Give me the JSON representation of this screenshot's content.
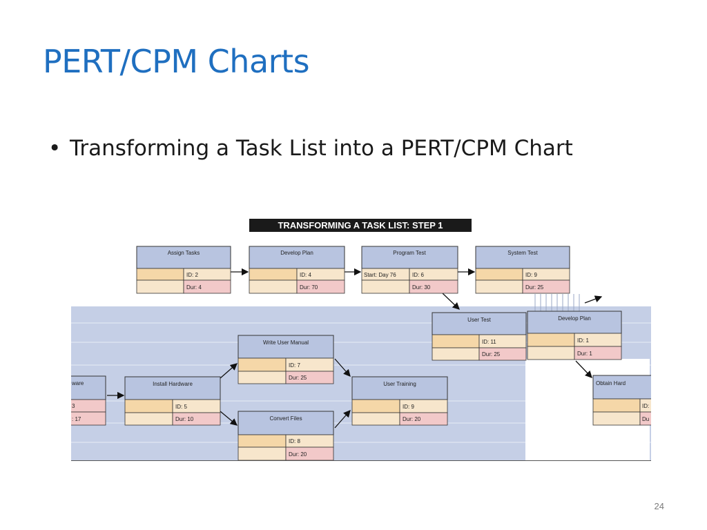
{
  "slide": {
    "title": "PERT/CPM Charts",
    "bullet_text": "Transforming a Task List into a PERT/CPM Chart",
    "bullet_symbol": "•",
    "page_number": "24"
  },
  "figure": {
    "banner": "TRANSFORMING A TASK LIST: STEP 1",
    "nodes": [
      {
        "key": "assign",
        "title": "Assign Tasks",
        "left_bottom": "",
        "right_top": "ID: 2",
        "right_bottom": "Dur: 4"
      },
      {
        "key": "develop",
        "title": "Develop Plan",
        "left_bottom": "",
        "right_top": "ID: 4",
        "right_bottom": "Dur: 70"
      },
      {
        "key": "program",
        "title": "Program Test",
        "left_top": "Start: Day 76",
        "right_top": "ID: 6",
        "right_bottom": "Dur: 30"
      },
      {
        "key": "system",
        "title": "System Test",
        "right_top": "ID: 9",
        "right_bottom": "Dur: 25"
      },
      {
        "key": "usertest",
        "title": "User Test",
        "right_top": "ID: 11",
        "right_bottom": "Dur: 25"
      },
      {
        "key": "develop2",
        "title": "Develop Plan",
        "right_top": "ID: 1",
        "right_bottom": "Dur: 1"
      },
      {
        "key": "manual",
        "title": "Write User Manual",
        "right_top": "ID: 7",
        "right_bottom": "Dur: 25"
      },
      {
        "key": "hwcut",
        "title": "ware",
        "right_top": "3",
        "right_bottom": ": 17"
      },
      {
        "key": "install",
        "title": "Install Hardware",
        "right_top": "ID: 5",
        "right_bottom": "Dur: 10"
      },
      {
        "key": "training",
        "title": "User Training",
        "right_top": "ID: 9",
        "right_bottom": "Dur: 20"
      },
      {
        "key": "obtain",
        "title": "Obtain Hard",
        "right_top": "ID:",
        "right_bottom": "Du"
      },
      {
        "key": "convert",
        "title": "Convert Files",
        "right_top": "ID: 8",
        "right_bottom": "Dur: 20"
      }
    ]
  },
  "colors": {
    "title": "#1f6fc0",
    "header_fill": "#b8c4e0",
    "field_fill_a": "#f5d7a8",
    "field_fill_b": "#f7e6cc",
    "field_fill_pink": "#f2c9c9",
    "band": "#c5cfe6",
    "banner": "#1a1a1a"
  }
}
